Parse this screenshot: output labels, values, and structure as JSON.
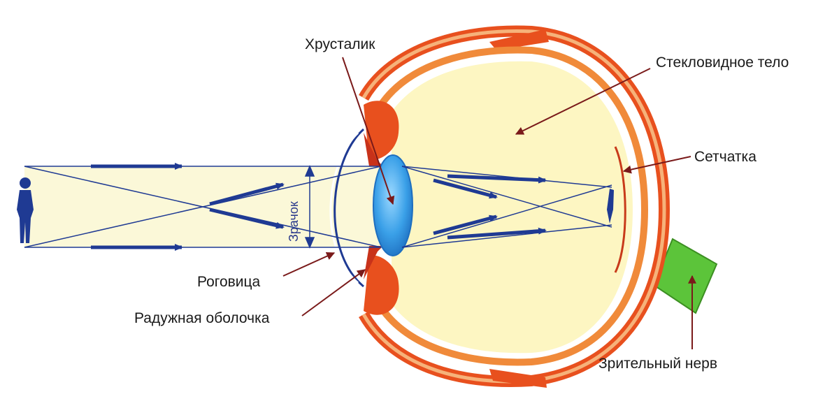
{
  "labels": {
    "lens": "Хрусталик",
    "vitreous": "Стекловидное тело",
    "retina": "Сетчатка",
    "pupil": "Зрачок",
    "cornea": "Роговица",
    "iris": "Радужная оболочка",
    "optic_nerve": "Зрительный нерв"
  },
  "colors": {
    "sclera": "#e8501e",
    "choroid": "#f08a3a",
    "vitreous": "#fdf6c2",
    "lens": "#3aa0e8",
    "rays": "#1f3a93",
    "nerve": "#5cc43a",
    "pointer": "#7a1a1a"
  }
}
